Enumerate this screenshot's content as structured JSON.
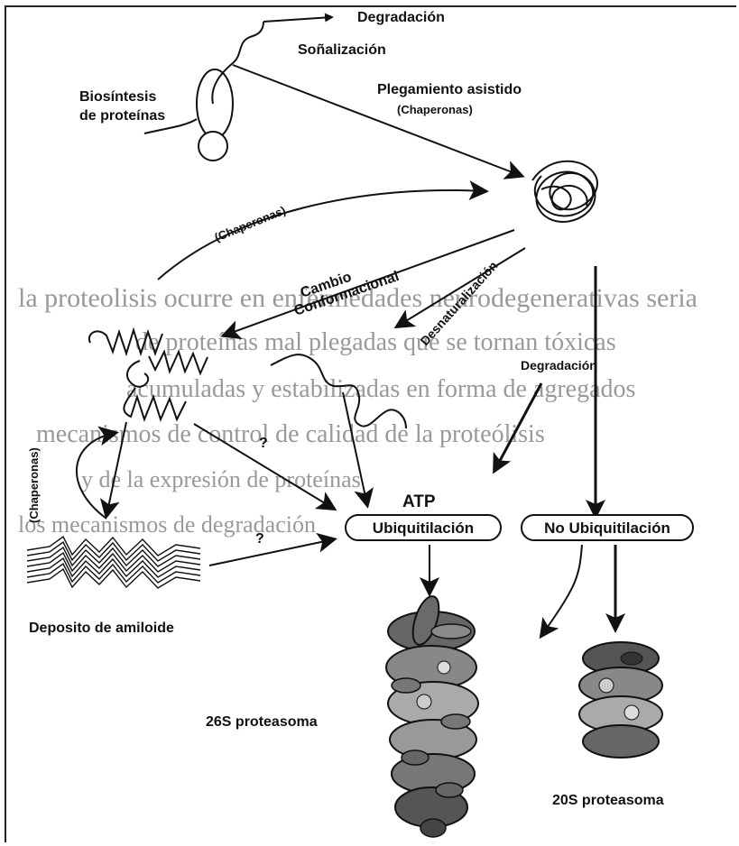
{
  "labels": {
    "degradacion_top": "Degradación",
    "senalizacion": "Soñalización",
    "biosintesis_1": "Biosíntesis",
    "biosintesis_2": "de proteínas",
    "plegamiento": "Plegamiento asistido",
    "chaperonas_plegamiento": "(Chaperonas)",
    "chaperonas_arc": "(Chaperonas)",
    "cambio_1": "Cambio",
    "cambio_2": "Conformacional",
    "desnaturalizacion": "Desnaturalización",
    "degradacion_right": "Degradación",
    "chaperonas_left": "(Chaperonas)",
    "question_1": "?",
    "question_2": "?",
    "atp": "ATP",
    "ubiquitilacion": "Ubiquitilación",
    "no_ubiquitilacion": "No Ubiquitilación",
    "deposito": "Deposito de amiloide",
    "proteasoma_26s": "26S proteasoma",
    "proteasoma_20s": "20S proteasoma"
  },
  "background_text": {
    "line_1": "la proteolisis ocurre en enfermedades neurodegenerativas seria",
    "line_2": "de proteínas mal plegadas que se tornan tóxicas",
    "line_3": "acumuladas y estabilizadas en forma de agregados",
    "line_4": "mecanismos de control de calidad de la proteólisis",
    "line_5": "y de la expresión de proteínas",
    "line_6": "los mecanismos de degradación"
  },
  "colors": {
    "ink": "#111111",
    "bleed": "#9a9a9a",
    "proteasome_dark": "#3a3a3a",
    "proteasome_light": "#bcbcbc"
  }
}
